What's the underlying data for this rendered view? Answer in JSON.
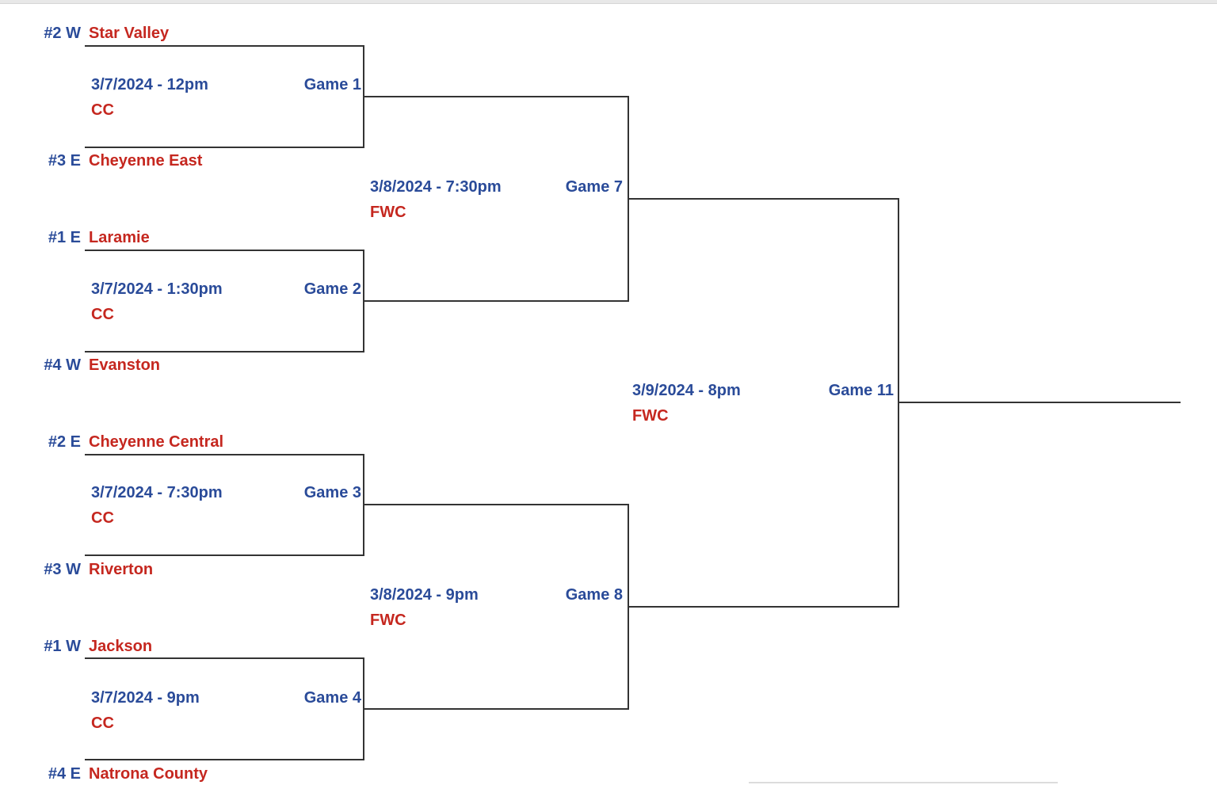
{
  "colors": {
    "seed_blue": "#2a4b99",
    "team_red": "#c5271f",
    "bracket_line": "#333333",
    "top_bar": "#e8e8e8",
    "faint_line": "#dcdcdc"
  },
  "bracket": {
    "teams": [
      {
        "seed": "#2 W",
        "name": "Star Valley"
      },
      {
        "seed": "#3 E",
        "name": "Cheyenne East"
      },
      {
        "seed": "#1 E",
        "name": "Laramie"
      },
      {
        "seed": "#4 W",
        "name": "Evanston"
      },
      {
        "seed": "#2 E",
        "name": "Cheyenne Central"
      },
      {
        "seed": "#3 W",
        "name": "Riverton"
      },
      {
        "seed": "#1 W",
        "name": "Jackson"
      },
      {
        "seed": "#4 E",
        "name": "Natrona County"
      }
    ],
    "games": [
      {
        "label": "Game 1",
        "datetime": "3/7/2024 - 12pm",
        "venue": "CC"
      },
      {
        "label": "Game 2",
        "datetime": "3/7/2024 - 1:30pm",
        "venue": "CC"
      },
      {
        "label": "Game 3",
        "datetime": "3/7/2024 - 7:30pm",
        "venue": "CC"
      },
      {
        "label": "Game 4",
        "datetime": "3/7/2024 - 9pm",
        "venue": "CC"
      },
      {
        "label": "Game 7",
        "datetime": "3/8/2024 - 7:30pm",
        "venue": "FWC"
      },
      {
        "label": "Game 8",
        "datetime": "3/8/2024 - 9pm",
        "venue": "FWC"
      },
      {
        "label": "Game 11",
        "datetime": "3/9/2024 - 8pm",
        "venue": "FWC"
      }
    ]
  }
}
